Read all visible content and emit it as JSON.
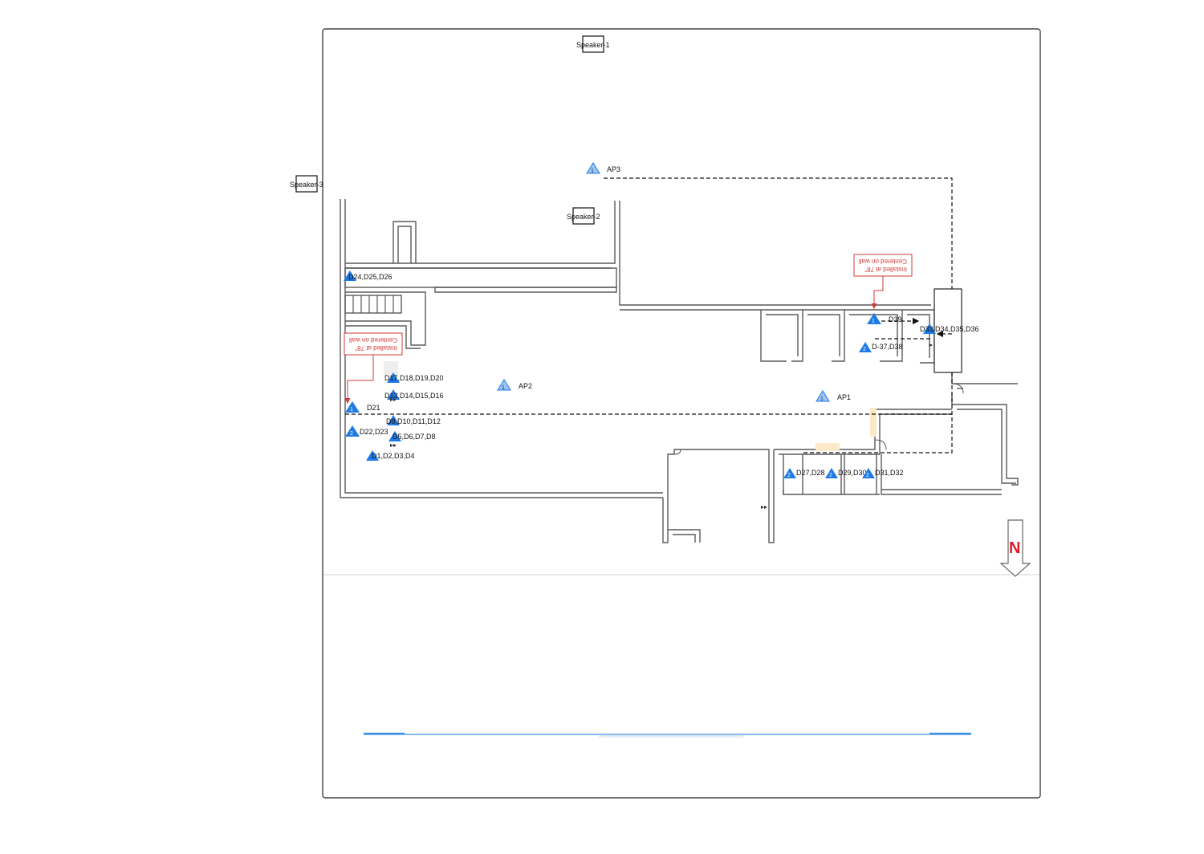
{
  "speakers": [
    "Speaker-1",
    "Speaker-2",
    "Speaker-3"
  ],
  "access_points": [
    "AP3",
    "AP2",
    "AP1"
  ],
  "device_groups": [
    "D24,D25,D26",
    "D39",
    "D33,D34,D35,D36",
    "D-37,D38",
    "D17,D18,D19,D20",
    "D13,D14,D15,D16",
    "D21",
    "D9,D10,D11,D12",
    "D22,D23",
    "D5,D6,D7,D8",
    "D1,D2,D3,D4",
    "D27,D28",
    "D29,D30",
    "D31,D32"
  ],
  "notes": {
    "line1": "Installed at 78\"",
    "line2": "Centered on wall"
  },
  "north_label": "N",
  "badges": [
    "1",
    "2"
  ],
  "colors": {
    "badge": "#1e7be6",
    "badge_light": "#9cc6f2",
    "note": "#d23a3a",
    "wall": "#5a5a5a",
    "scale_bar": "#3a8fe6",
    "north": "#e0192b"
  }
}
